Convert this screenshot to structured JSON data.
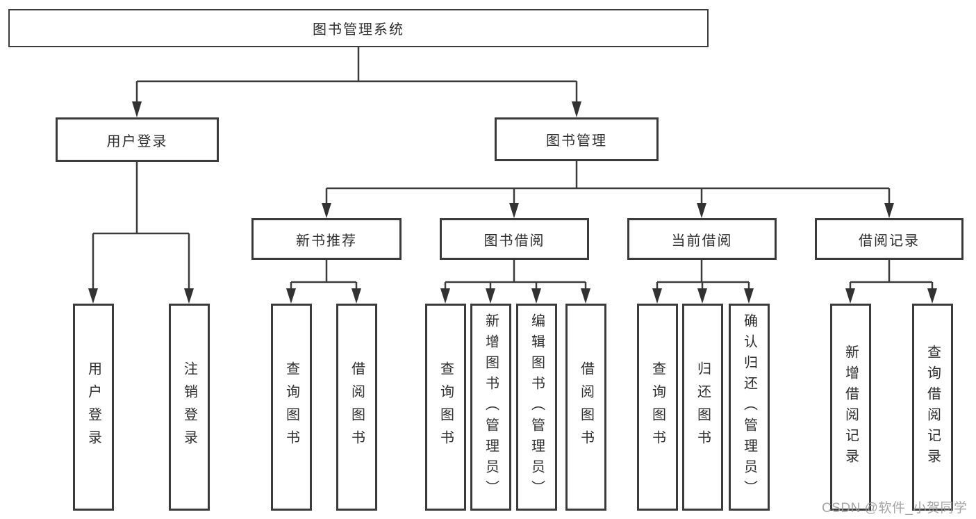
{
  "watermark": {
    "text": "CSDN @软件_小贺同学",
    "color": "#9b9b9b"
  },
  "colors": {
    "line": "#3b3b3b",
    "box_border": "#3b3b3b",
    "text": "#2e2e2e",
    "background": "#ffffff"
  },
  "diagram_type": "hierarchy-tree",
  "tree": {
    "root": {
      "label": "图书管理系统"
    },
    "branches": [
      {
        "label": "用户登录",
        "children": [
          {
            "label": "用户登录"
          },
          {
            "label": "注销登录"
          }
        ]
      },
      {
        "label": "图书管理",
        "children": [
          {
            "label": "新书推荐",
            "children": [
              {
                "label": "查询图书"
              },
              {
                "label": "借阅图书"
              }
            ]
          },
          {
            "label": "图书借阅",
            "children": [
              {
                "label": "查询图书"
              },
              {
                "label": "新增图书（管理员）"
              },
              {
                "label": "编辑图书（管理员）"
              },
              {
                "label": "借阅图书"
              }
            ]
          },
          {
            "label": "当前借阅",
            "children": [
              {
                "label": "查询图书"
              },
              {
                "label": "归还图书"
              },
              {
                "label": "确认归还（管理员）"
              }
            ]
          },
          {
            "label": "借阅记录",
            "children": [
              {
                "label": "新增借阅记录"
              },
              {
                "label": "查询借阅记录"
              }
            ]
          }
        ]
      }
    ]
  }
}
